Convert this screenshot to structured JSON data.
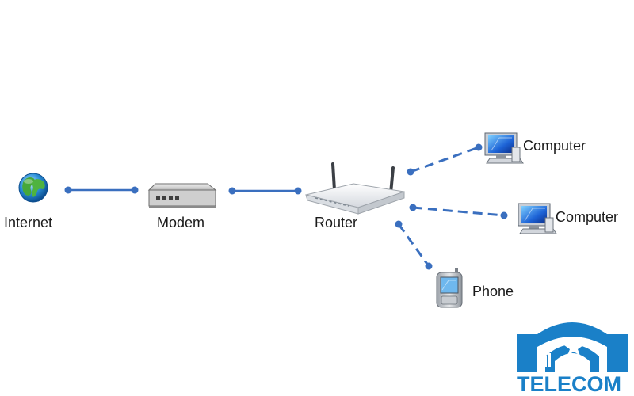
{
  "nodes": {
    "internet": {
      "label": "Internet"
    },
    "modem": {
      "label": "Modem"
    },
    "router": {
      "label": "Router"
    },
    "computer_1": {
      "label": "Computer"
    },
    "computer_2": {
      "label": "Computer"
    },
    "phone": {
      "label": "Phone"
    }
  },
  "connections": [
    {
      "from": "Internet",
      "to": "Modem",
      "style": "solid"
    },
    {
      "from": "Modem",
      "to": "Router",
      "style": "solid"
    },
    {
      "from": "Router",
      "to": "Computer",
      "style": "dashed"
    },
    {
      "from": "Router",
      "to": "Computer",
      "style": "dashed"
    },
    {
      "from": "Router",
      "to": "Phone",
      "style": "dashed"
    }
  ],
  "logo": {
    "text": "TELECOM"
  },
  "colors": {
    "link": "#3a6fbf",
    "logo": "#1a80c8"
  }
}
